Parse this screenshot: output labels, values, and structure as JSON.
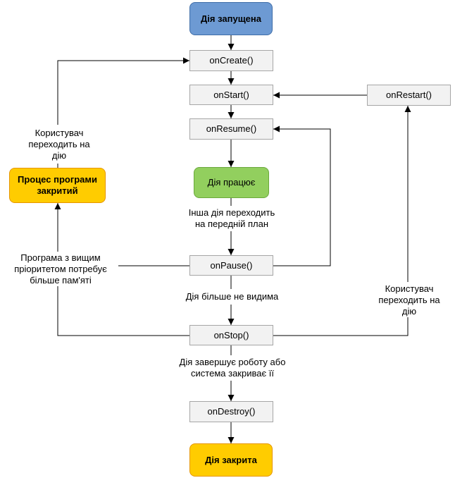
{
  "nodes": {
    "activity_launched": "Дія запущена",
    "on_create": "onCreate()",
    "on_start": "onStart()",
    "on_restart": "onRestart()",
    "on_resume": "onResume()",
    "activity_running": "Дія працює",
    "on_pause": "onPause()",
    "on_stop": "onStop()",
    "on_destroy": "onDestroy()",
    "activity_shutdown": "Дія закрита",
    "process_killed": "Процес програми закритий"
  },
  "labels": {
    "another_activity_foreground": "Інша дія переходить на передній план",
    "activity_not_visible": "Дія більше не видима",
    "activity_finishing": "Дія завершує роботу або система закриває її",
    "user_navigates_back_left": "Користувач переходить на дію",
    "user_navigates_back_right": "Користувач переходить на дію",
    "higher_priority_app": "Програма з вищим пріоритетом потребує більше пам'яті"
  },
  "colors": {
    "start_fill": "#6d9ad3",
    "running_fill": "#92cf5e",
    "shutdown_fill": "#ffcc00",
    "method_fill": "#f2f2f2"
  }
}
